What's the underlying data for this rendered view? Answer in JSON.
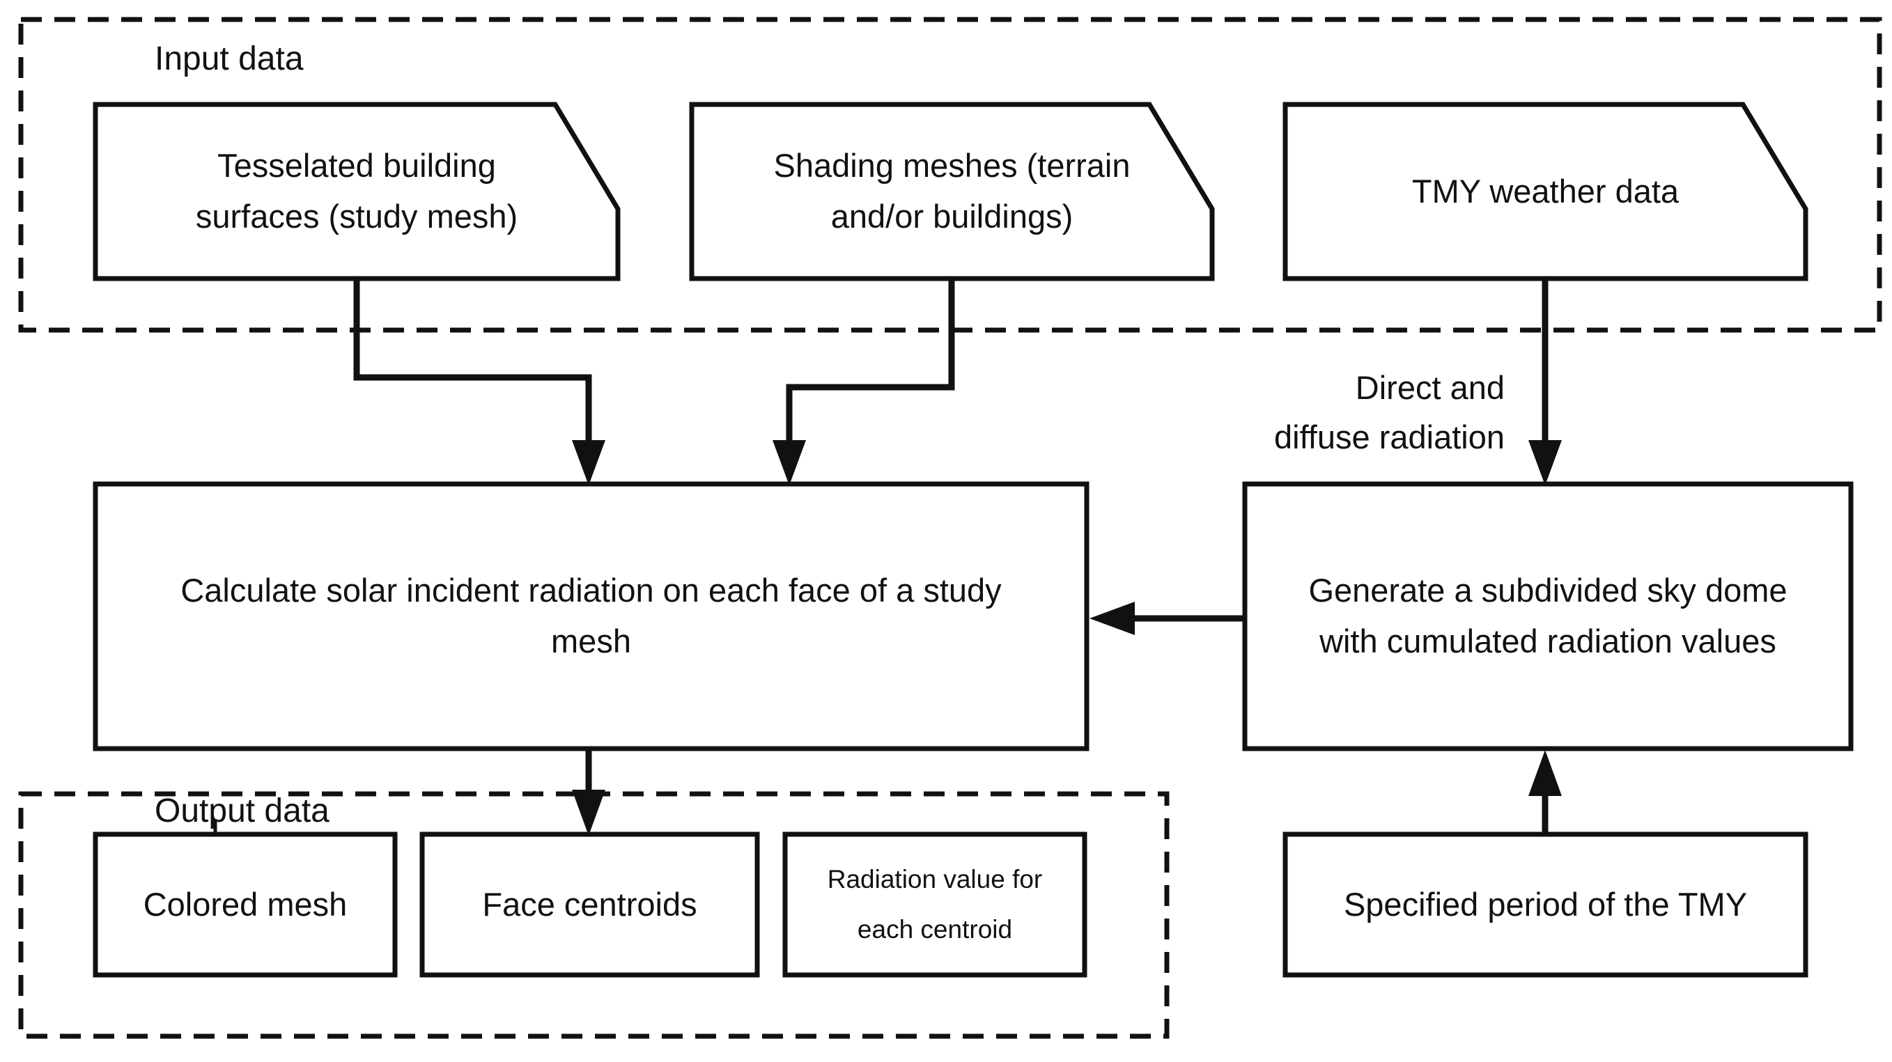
{
  "colors": {
    "ink": "#111111",
    "background": "#ffffff"
  },
  "groups": {
    "input": {
      "label": "Input data"
    },
    "output": {
      "label": "Output data"
    }
  },
  "nodes": {
    "tesselated": {
      "lines": [
        "Tesselated building",
        "surfaces (study mesh)"
      ]
    },
    "shading": {
      "lines": [
        "Shading meshes (terrain",
        "and/or buildings)"
      ]
    },
    "tmy": {
      "lines": [
        "TMY weather data"
      ]
    },
    "calculate": {
      "lines": [
        "Calculate solar incident radiation on each face of a study",
        "mesh"
      ]
    },
    "generate": {
      "lines": [
        "Generate a subdivided sky dome",
        "with cumulated radiation values"
      ]
    },
    "colored_mesh": {
      "lines": [
        "Colored mesh"
      ]
    },
    "face_centroids": {
      "lines": [
        "Face centroids"
      ]
    },
    "radiation_value": {
      "lines": [
        "Radiation value for",
        "each centroid"
      ]
    },
    "specified_period": {
      "lines": [
        "Specified period of the TMY"
      ]
    }
  },
  "edge_labels": {
    "direct_diffuse": {
      "lines": [
        "Direct and",
        "diffuse radiation"
      ]
    }
  }
}
